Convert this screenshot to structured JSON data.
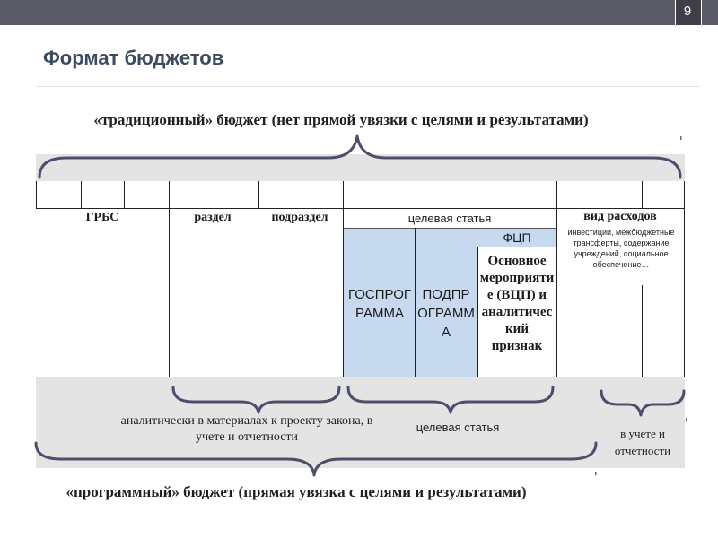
{
  "slide": {
    "number": "9",
    "title": "Формат бюджетов"
  },
  "captions": {
    "traditional": "«традиционный» бюджет (нет прямой увязки с целями и результатами)",
    "program": "«программный» бюджет (прямая увязка с целями и результатами)"
  },
  "table": {
    "headers": {
      "grbs": "ГРБС",
      "razdel": "раздел",
      "podrazdel": "подраздел",
      "target_article": "целевая статья",
      "expense_type": "вид расходов",
      "fcp": "ФЦП"
    },
    "expense_note": "инвестиции, межбюджетные трансферты, содержание учреждений, социальное обеспечение…",
    "cells": {
      "gosprogramma": "ГОСПРОГРАММА",
      "podprogramma": "ПОДПРОГРАММА",
      "main_measure": "Основное мероприятие (ВЦП) и аналитический признак"
    }
  },
  "notes": {
    "analytics": "аналитически в материалах к проекту закона, в учете и отчетности",
    "target_article": "целевая статья",
    "accounting": "в учете и отчетности"
  },
  "colors": {
    "topbar": "#5b5b66",
    "title": "#3c4a60",
    "blue_fill": "#c7d9ef",
    "panel": "#e4e4e4"
  }
}
